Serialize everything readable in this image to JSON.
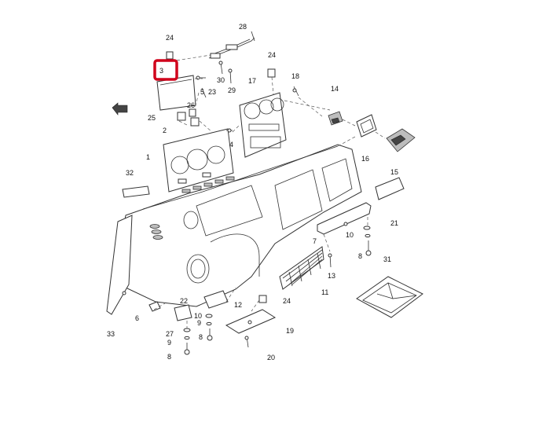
{
  "highlight": {
    "target_label": "3",
    "color": "#d0021b"
  },
  "callouts": [
    {
      "id": "c1",
      "label": "1"
    },
    {
      "id": "c2",
      "label": "2"
    },
    {
      "id": "c3",
      "label": "3"
    },
    {
      "id": "c4",
      "label": "4"
    },
    {
      "id": "c5",
      "label": "5"
    },
    {
      "id": "c6",
      "label": "6"
    },
    {
      "id": "c7",
      "label": "7"
    },
    {
      "id": "c8a",
      "label": "8"
    },
    {
      "id": "c8b",
      "label": "8"
    },
    {
      "id": "c8c",
      "label": "8"
    },
    {
      "id": "c9a",
      "label": "9"
    },
    {
      "id": "c9b",
      "label": "9"
    },
    {
      "id": "c10a",
      "label": "10"
    },
    {
      "id": "c10b",
      "label": "10"
    },
    {
      "id": "c11",
      "label": "11"
    },
    {
      "id": "c12",
      "label": "12"
    },
    {
      "id": "c13",
      "label": "13"
    },
    {
      "id": "c14",
      "label": "14"
    },
    {
      "id": "c15",
      "label": "15"
    },
    {
      "id": "c16",
      "label": "16"
    },
    {
      "id": "c17",
      "label": "17"
    },
    {
      "id": "c18",
      "label": "18"
    },
    {
      "id": "c19",
      "label": "19"
    },
    {
      "id": "c20",
      "label": "20"
    },
    {
      "id": "c21",
      "label": "21"
    },
    {
      "id": "c22",
      "label": "22"
    },
    {
      "id": "c23",
      "label": "23"
    },
    {
      "id": "c24a",
      "label": "24"
    },
    {
      "id": "c24b",
      "label": "24"
    },
    {
      "id": "c24c",
      "label": "24"
    },
    {
      "id": "c25",
      "label": "25"
    },
    {
      "id": "c26",
      "label": "26"
    },
    {
      "id": "c27",
      "label": "27"
    },
    {
      "id": "c28",
      "label": "28"
    },
    {
      "id": "c29",
      "label": "29"
    },
    {
      "id": "c30",
      "label": "30"
    },
    {
      "id": "c31",
      "label": "31"
    },
    {
      "id": "c32",
      "label": "32"
    },
    {
      "id": "c33",
      "label": "33"
    }
  ]
}
